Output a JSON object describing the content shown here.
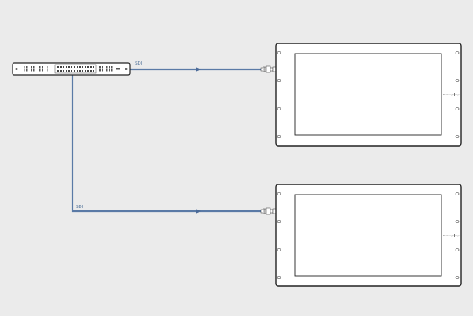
{
  "diagram": {
    "background_color": "#ebebeb",
    "cable_color": "#5a7aa6",
    "connections": [
      {
        "id": "top",
        "label": "SDI"
      },
      {
        "id": "bottom",
        "label": "SDI"
      }
    ],
    "devices": [
      {
        "type": "rack-converter",
        "icon": "rack-unit-icon"
      },
      {
        "type": "display-monitor",
        "icon": "monitor-icon",
        "logo_text": "Blackmagicdesign"
      },
      {
        "type": "display-monitor",
        "icon": "monitor-icon",
        "logo_text": "Blackmagicdesign"
      }
    ]
  }
}
